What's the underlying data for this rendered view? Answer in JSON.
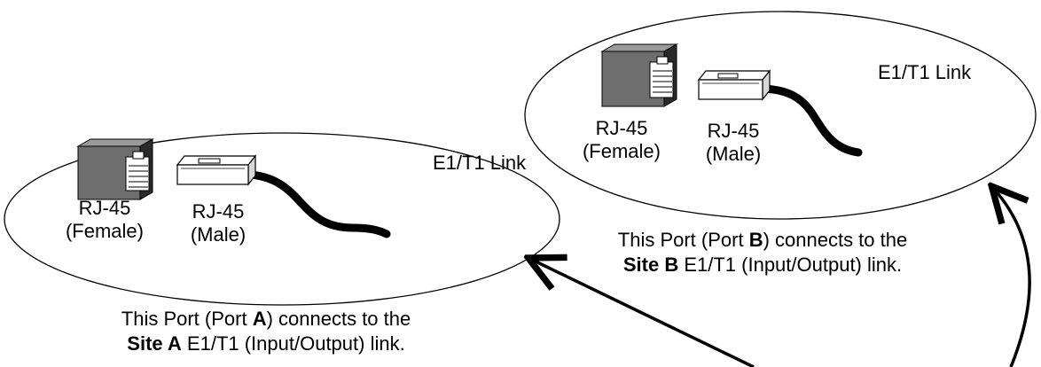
{
  "site_a": {
    "link_label": "E1/T1 Link",
    "female_label": {
      "line1": "RJ-45",
      "line2": "(Female)"
    },
    "male_label": {
      "line1": "RJ-45",
      "line2": "(Male)"
    },
    "caption": {
      "l1_pre": "This Port  (Port ",
      "l1_bold": "A",
      "l1_post": ") connects to the",
      "l2_bold": "Site A",
      "l2_post": " E1/T1 (Input/Output) link."
    }
  },
  "site_b": {
    "link_label": "E1/T1 Link",
    "female_label": {
      "line1": "RJ-45",
      "line2": "(Female)"
    },
    "male_label": {
      "line1": "RJ-45",
      "line2": "(Male)"
    },
    "caption": {
      "l1_pre": "This Port  (Port ",
      "l1_bold": "B",
      "l1_post": ") connects to the",
      "l2_bold": "Site B",
      "l2_post": " E1/T1 (Input/Output) link."
    }
  },
  "colors": {
    "stroke": "#000000",
    "jack_fill": "#6e6e6e",
    "plug_fill": "#ffffff"
  }
}
